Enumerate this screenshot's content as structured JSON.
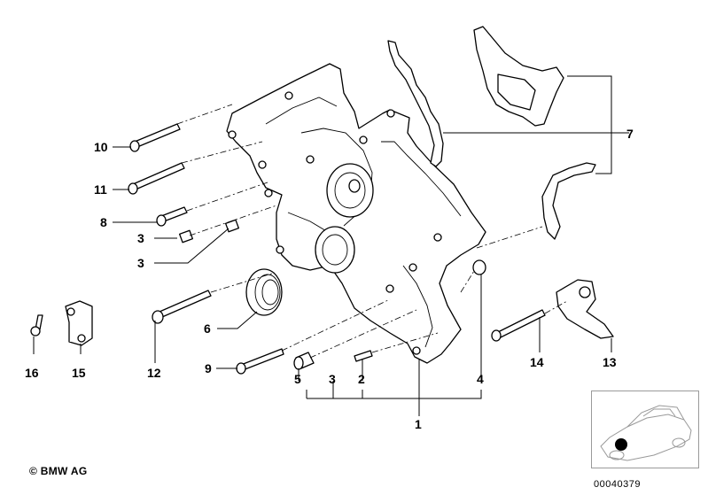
{
  "callouts": {
    "c1": "1",
    "c2": "2",
    "c3a": "3",
    "c3b": "3",
    "c3c": "3",
    "c4": "4",
    "c5": "5",
    "c6": "6",
    "c7": "7",
    "c8": "8",
    "c9": "9",
    "c10": "10",
    "c11": "11",
    "c12": "12",
    "c13": "13",
    "c14": "14",
    "c15": "15",
    "c16": "16"
  },
  "copyright": "© BMW AG",
  "doc_number": "00040379"
}
